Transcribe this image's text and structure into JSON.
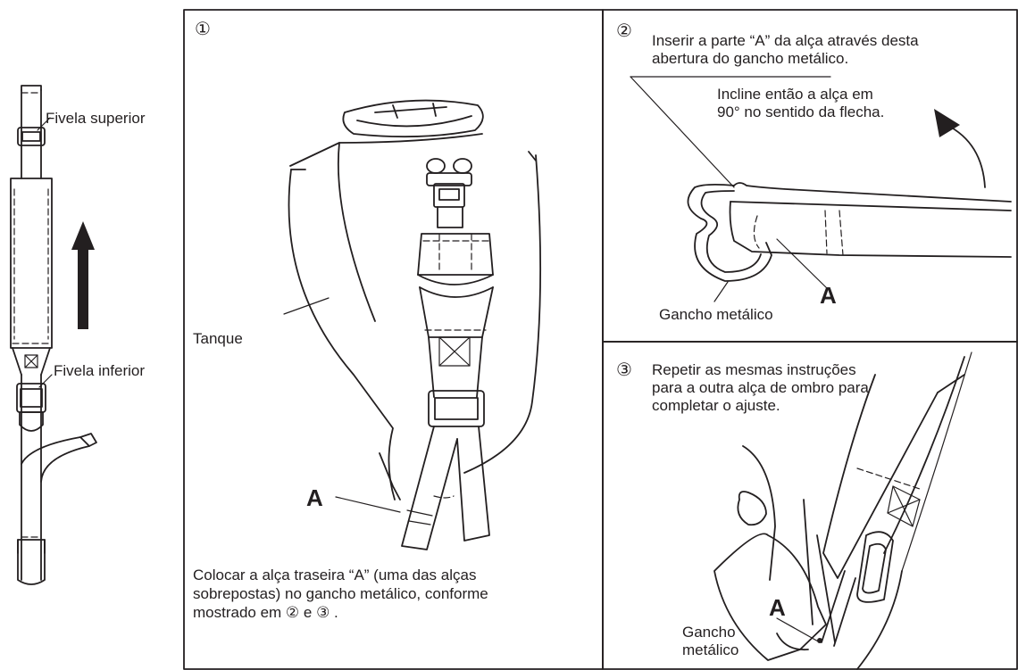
{
  "left_figure": {
    "upper_buckle_label": "Fivela superior",
    "lower_buckle_label": "Fivela inferior"
  },
  "panel1": {
    "number": "①",
    "tank_label": "Tanque",
    "point_label": "A",
    "caption": [
      "Colocar a alça traseira “A” (uma das alças",
      "sobrepostas) no gancho metálico, conforme",
      "mostrado em ② e ③ ."
    ]
  },
  "panel2": {
    "number": "②",
    "instruction": [
      "Inserir a parte “A” da alça através desta",
      "abertura do gancho metálico."
    ],
    "tilt_note": [
      "Incline então a alça em",
      "90° no sentido da flecha."
    ],
    "point_label": "A",
    "hook_label": "Gancho metálico"
  },
  "panel3": {
    "number": "③",
    "instruction": [
      "Repetir as mesmas instruções",
      "para a outra alça de ombro para",
      "completar o ajuste."
    ],
    "point_label": "A",
    "hook_label": [
      "Gancho",
      "metálico"
    ]
  }
}
